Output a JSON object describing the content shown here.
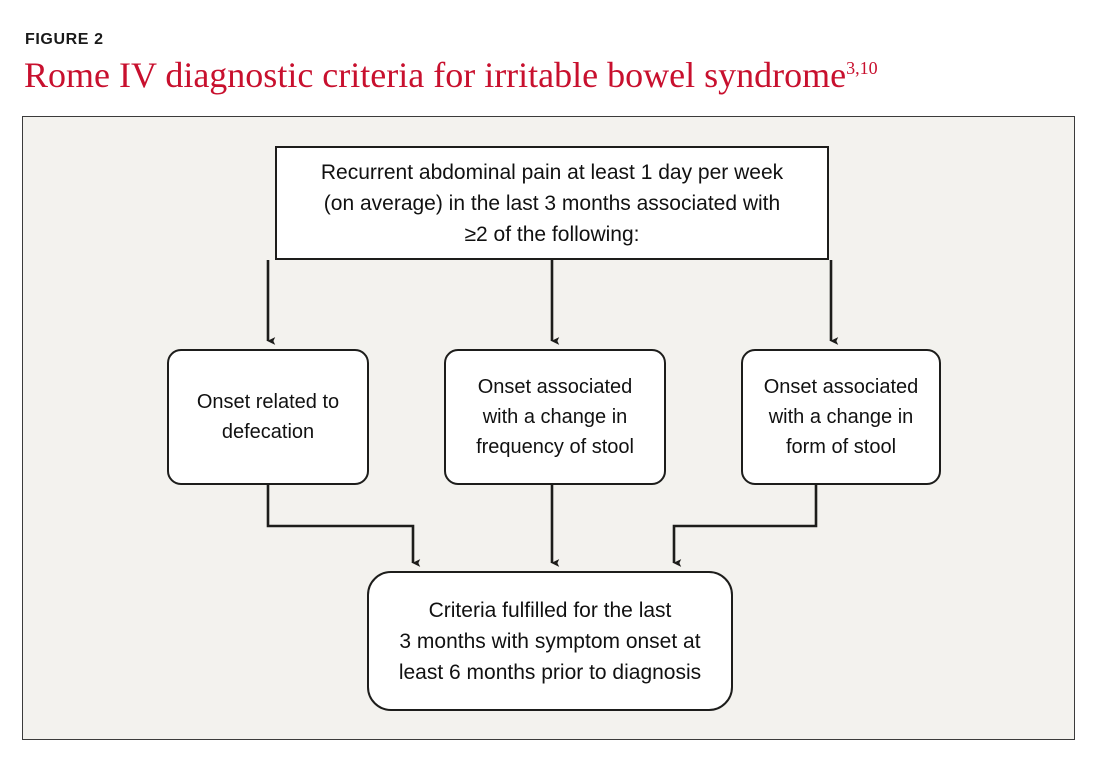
{
  "header": {
    "figure_label": "FIGURE 2",
    "title_main": "Rome IV diagnostic criteria for irritable bowel syndrome",
    "title_superscript": "3,10",
    "title_color": "#c8102e"
  },
  "figure": {
    "background_color": "#f3f2ee",
    "border_color": "#3b3b3b",
    "node_fill": "#ffffff",
    "node_border": "#1d1d1b",
    "connector_color": "#1d1d1b"
  },
  "diagram": {
    "type": "flowchart",
    "top_node": {
      "id": "recurrent-abdominal-pain",
      "shape": "rectangle",
      "text": "Recurrent abdominal pain at least 1 day per week\n(on average) in the last 3 months associated with\n≥2 of the following:"
    },
    "criteria_nodes": [
      {
        "id": "onset-related-to-defecation",
        "shape": "rounded-rectangle",
        "text": "Onset related to\ndefecation"
      },
      {
        "id": "onset-change-frequency-of-stool",
        "shape": "rounded-rectangle",
        "text": "Onset associated\nwith a change in\nfrequency of stool"
      },
      {
        "id": "onset-change-form-of-stool",
        "shape": "rounded-rectangle",
        "text": "Onset associated\nwith a change in\nform of stool"
      }
    ],
    "bottom_node": {
      "id": "criteria-fulfilled",
      "shape": "rounded-rectangle",
      "text": "Criteria fulfilled for the last\n3 months with symptom onset at\nleast 6 months prior to diagnosis"
    },
    "edges": [
      {
        "from": "recurrent-abdominal-pain",
        "to": "onset-related-to-defecation",
        "style": "straight-arrow-down"
      },
      {
        "from": "recurrent-abdominal-pain",
        "to": "onset-change-frequency-of-stool",
        "style": "straight-arrow-down"
      },
      {
        "from": "recurrent-abdominal-pain",
        "to": "onset-change-form-of-stool",
        "style": "straight-arrow-down"
      },
      {
        "from": "onset-related-to-defecation",
        "to": "criteria-fulfilled",
        "style": "elbow-arrow-right-down"
      },
      {
        "from": "onset-change-frequency-of-stool",
        "to": "criteria-fulfilled",
        "style": "straight-arrow-down"
      },
      {
        "from": "onset-change-form-of-stool",
        "to": "criteria-fulfilled",
        "style": "elbow-arrow-left-down"
      }
    ]
  }
}
